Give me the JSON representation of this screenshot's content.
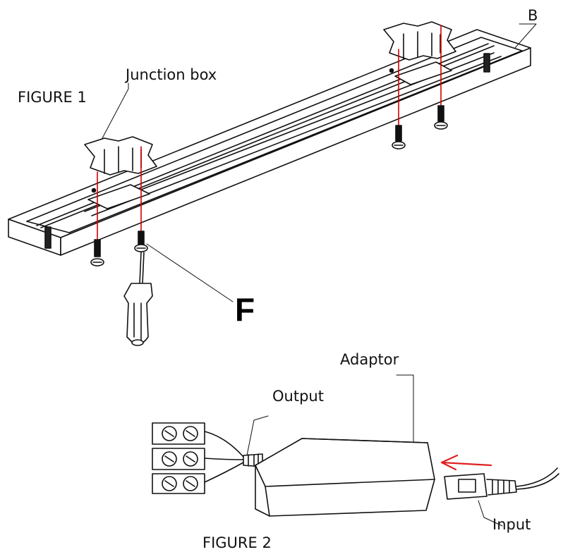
{
  "labels": {
    "figure1": "FIGURE 1",
    "figure2": "FIGURE 2",
    "junction_box": "Junction box",
    "part_b": "B",
    "part_f": "F",
    "adaptor": "Adaptor",
    "output": "Output",
    "input": "Input"
  },
  "colors": {
    "line": "#111111",
    "screw_guide": "#d40000",
    "arrow": "#e02020"
  },
  "icons": [
    "screwdriver-icon",
    "screw-icon",
    "junction-box-icon",
    "terminal-block-icon",
    "power-plug-icon",
    "direction-arrow-icon"
  ]
}
